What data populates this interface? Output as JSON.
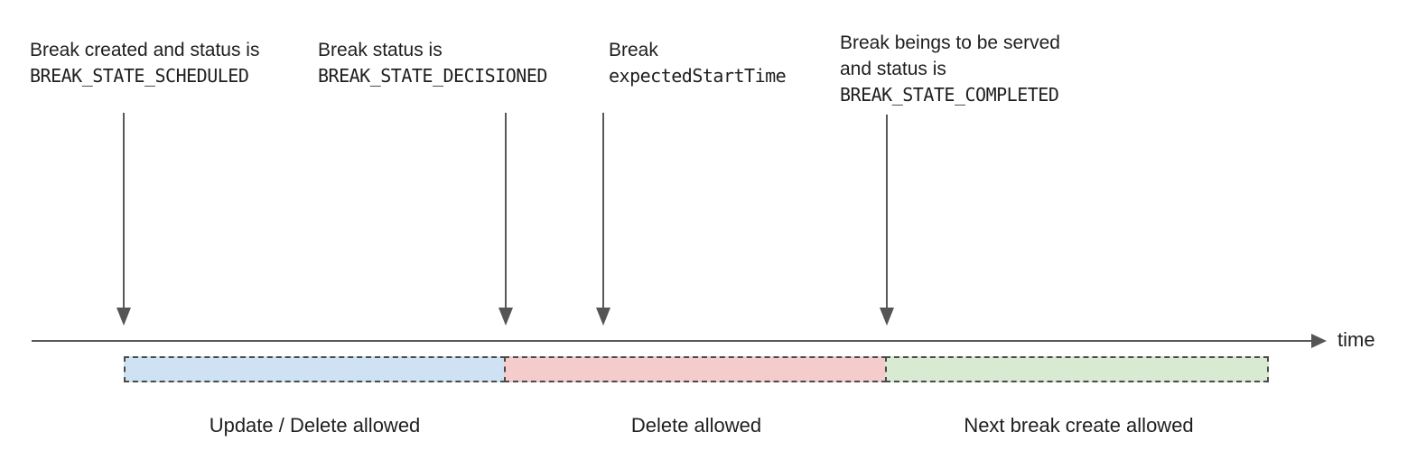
{
  "diagram": {
    "timeline_axis_label": "time",
    "annotations": [
      {
        "line1": "Break created and status is",
        "code": "BREAK_STATE_SCHEDULED"
      },
      {
        "line1": "Break status is",
        "code": "BREAK_STATE_DECISIONED"
      },
      {
        "line1": "Break",
        "code": "expectedStartTime"
      },
      {
        "line1": "Break beings to be served",
        "line2": "and status is",
        "code": "BREAK_STATE_COMPLETED"
      }
    ],
    "segments": [
      {
        "label": "Update / Delete allowed",
        "fill": "#cfe2f3"
      },
      {
        "label": "Delete allowed",
        "fill": "#f4cccc"
      },
      {
        "label": "Next break create allowed",
        "fill": "#d9ead3"
      }
    ],
    "colors": {
      "arrow": "#595959",
      "segment_border": "#4a4a4a",
      "text": "#1f1f1f",
      "background": "#ffffff"
    }
  }
}
